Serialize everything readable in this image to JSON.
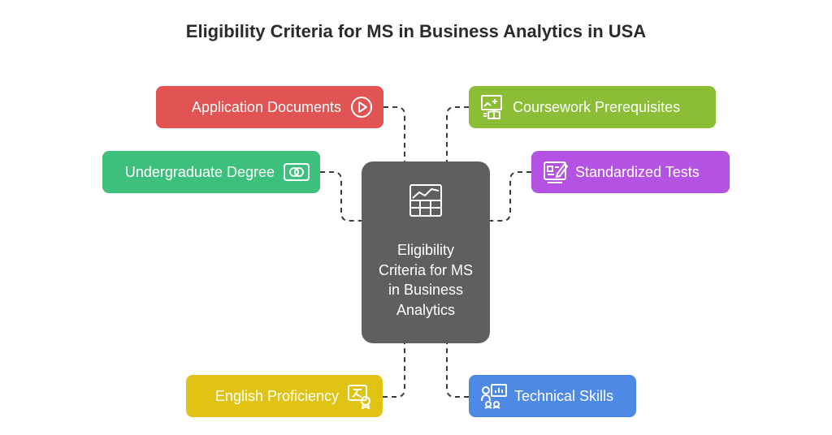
{
  "title": "Eligibility Criteria for MS in Business Analytics in USA",
  "center": {
    "label": "Eligibility Criteria for MS in Business Analytics",
    "icon": "chart-grid-icon"
  },
  "nodes": [
    {
      "id": "app",
      "label": "Application Documents",
      "icon": "play-circle-icon",
      "color": "#e25454"
    },
    {
      "id": "ug",
      "label": "Undergraduate Degree",
      "icon": "card-icon",
      "color": "#3ec07d"
    },
    {
      "id": "eng",
      "label": "English Proficiency",
      "icon": "language-certificate-icon",
      "color": "#e0c313"
    },
    {
      "id": "cw",
      "label": "Coursework Prerequisites",
      "icon": "board-book-icon",
      "color": "#8bbd36"
    },
    {
      "id": "st",
      "label": "Standardized Tests",
      "icon": "test-sheet-icon",
      "color": "#b453e3"
    },
    {
      "id": "tech",
      "label": "Technical Skills",
      "icon": "people-chart-icon",
      "color": "#4f89e6"
    }
  ],
  "colors": {
    "center": "#5f5f5f",
    "connector": "#3a3a3a",
    "title": "#2b2b2b"
  }
}
